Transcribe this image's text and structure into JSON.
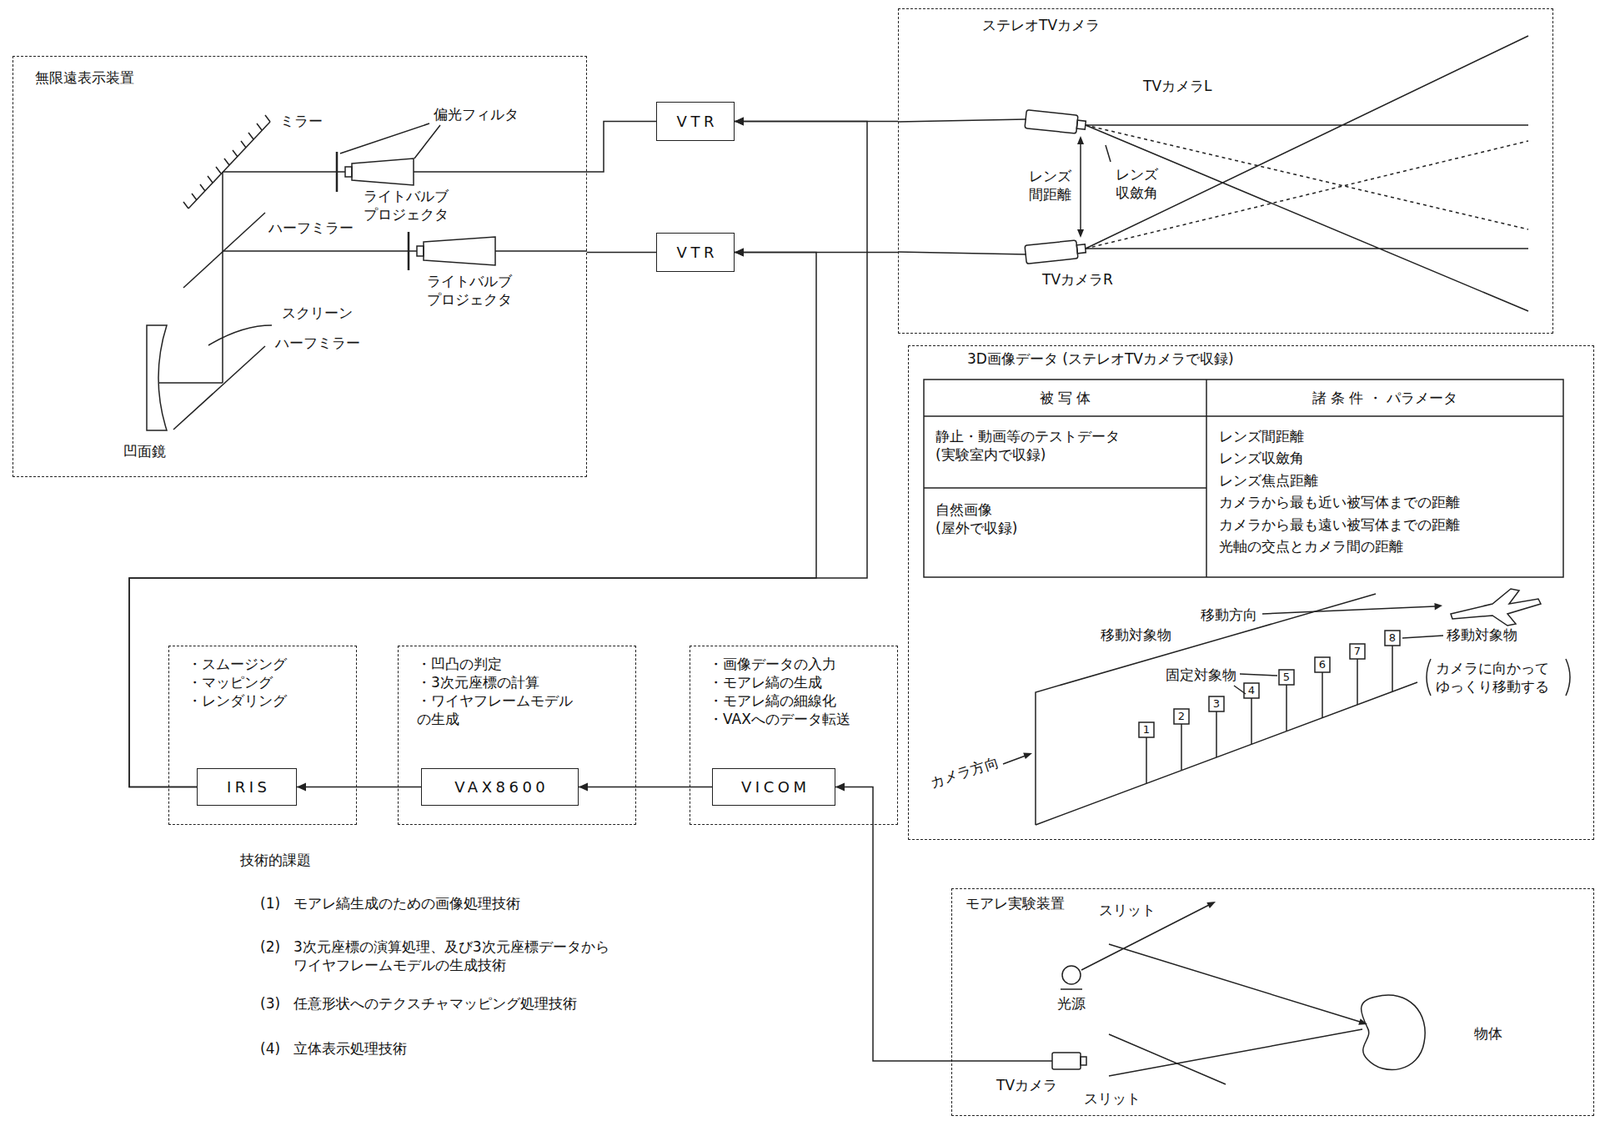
{
  "diagram": {
    "nodes": [
      {
        "text": [
          "無限遠表示装置"
        ]
      },
      {
        "text": [
          "VTR"
        ]
      },
      {
        "text": [
          "VTR"
        ]
      },
      {
        "text": [
          "ステレオTVカメラ"
        ]
      },
      {
        "text": [
          "3D画像データ (ステレオTVカメラで収録)"
        ]
      },
      {
        "text": [
          "・スムージング",
          "・マッピング",
          "・レンダリング"
        ]
      },
      {
        "text": [
          "IRIS"
        ],
        "in": 5
      },
      {
        "text": [
          "・凹凸の判定",
          "・3次元座標の計算",
          "・ワイヤフレームモデルの生成"
        ]
      },
      {
        "text": [
          "VAX8600"
        ],
        "in": 7
      },
      {
        "text": [
          "・画像データの入力",
          "・モアレ縞の生成",
          "・モアレ縞の細線化",
          "・VAXへのデータ転送"
        ]
      },
      {
        "text": [
          "VICOM"
        ],
        "in": 9
      },
      {
        "text": [
          "モアレ実験装置"
        ]
      }
    ],
    "edges": [
      {
        "from": 3,
        "to": 1,
        "arrow": "to"
      },
      {
        "from": 3,
        "to": 2,
        "arrow": "to"
      },
      {
        "from": 1,
        "to": 0,
        "arrow": "none"
      },
      {
        "from": 2,
        "to": 0,
        "arrow": "none"
      },
      {
        "from": 11,
        "to": 10,
        "arrow": "to"
      },
      {
        "from": 10,
        "to": 8,
        "arrow": "to"
      },
      {
        "from": 8,
        "to": 6,
        "arrow": "to"
      },
      {
        "from": 6,
        "to": 1,
        "arrow": "to"
      },
      {
        "from": 6,
        "to": 2,
        "arrow": "to"
      }
    ],
    "labels": [
      "ミラー",
      "偏光フィルタ",
      "ライトバルブ プロジェクタ",
      "ハーフミラー",
      "ライトバルブ プロジェクタ",
      "スクリーン",
      "ハーフミラー",
      "凹面鏡",
      "TVカメラL",
      "レンズ 間距離",
      "レンズ 収斂角",
      "TVカメラR",
      "被 写 体",
      "諸 条 件 ・ パラメータ",
      "静止・動画等のテストデータ (実験室内で収録)",
      "自然画像 (屋外で収録)",
      "レンズ間距離",
      "レンズ収斂角",
      "レンズ焦点距離",
      "カメラから最も近い被写体までの距離",
      "カメラから最も遠い被写体までの距離",
      "光軸の交点とカメラ間の距離",
      "移動対象物",
      "移動方向",
      "固定対象物",
      "移動対象物",
      "カメラに向かって ゆっくり移動する",
      "カメラ方向",
      "1",
      "2",
      "3",
      "4",
      "5",
      "6",
      "7",
      "8",
      "技術的課題",
      "(1)",
      "モアレ縞生成のための画像処理技術",
      "(2)",
      "3次元座標の演算処理、及び3次元座標データから ワイヤフレームモデルの生成技術",
      "(3)",
      "任意形状へのテクスチャマッピング処理技術",
      "(4)",
      "立体表示処理技術",
      "スリット",
      "光源",
      "物体",
      "TVカメラ",
      "スリット"
    ]
  }
}
